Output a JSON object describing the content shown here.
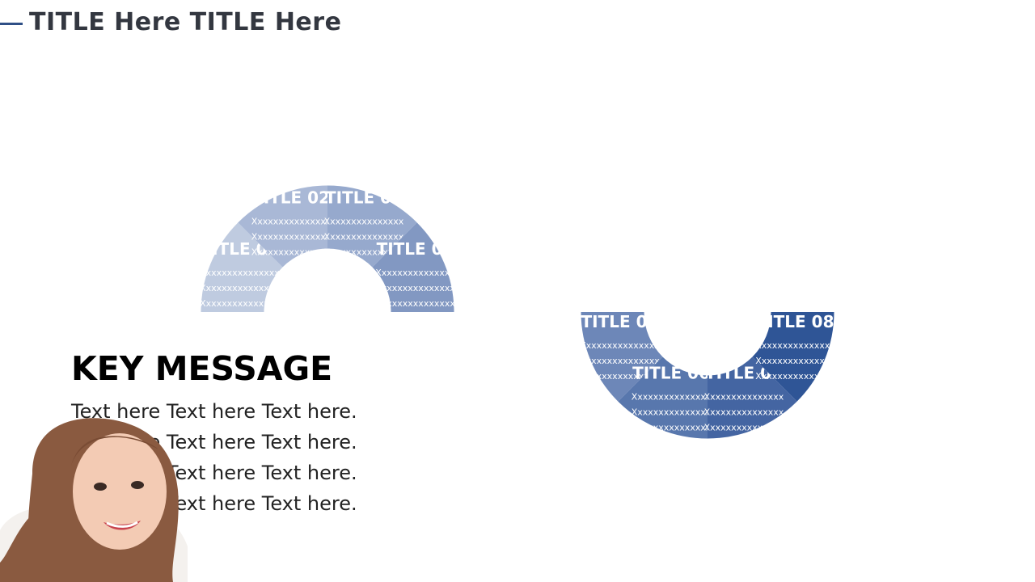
{
  "header": {
    "title": "TITLE Here TITLE Here"
  },
  "segments": [
    {
      "title": "TITLE 01",
      "lines": [
        "Xxxxxxxxxxxxxxx",
        "Xxxxxxxxxxxxxxx",
        "Xxxxxxxxxxxxxxx"
      ],
      "color": "#bfcbe0"
    },
    {
      "title": "TITLE 02",
      "lines": [
        "Xxxxxxxxxxxxxxx",
        "Xxxxxxxxxxxxxxx",
        "Xxxxxxxxxxxxxxx"
      ],
      "color": "#a9b8d6"
    },
    {
      "title": "TITLE 03",
      "lines": [
        "Xxxxxxxxxxxxxxx",
        "Xxxxxxxxxxxxxxx",
        "Xxxxxxxxxxxxxxx"
      ],
      "color": "#96a9cd"
    },
    {
      "title": "TITLE 04",
      "lines": [
        "Xxxxxxxxxxxxxxx",
        "Xxxxxxxxxxxxxxx",
        "Xxxxxxxxxxxxxxx"
      ],
      "color": "#8298c2"
    },
    {
      "title": "TITLE 05",
      "lines": [
        "Xxxxxxxxxxxxxxx",
        "Xxxxxxxxxxxxxxx",
        "Xxxxxxxxxxxxxxx"
      ],
      "color": "#6d87b8"
    },
    {
      "title": "TITLE 06",
      "lines": [
        "Xxxxxxxxxxxxxxx",
        "Xxxxxxxxxxxxxxx",
        "Xxxxxxxxxxxxxxx"
      ],
      "color": "#5877ad"
    },
    {
      "title": "TITLE 07",
      "lines": [
        "Xxxxxxxxxxxxxxx",
        "Xxxxxxxxxxxxxxx",
        "Xxxxxxxxxxxxxxx"
      ],
      "color": "#4465a2"
    },
    {
      "title": "TITLE 08",
      "lines": [
        "Xxxxxxxxxxxxxxx",
        "Xxxxxxxxxxxxxxx",
        "Xxxxxxxxxxxxxxx"
      ],
      "color": "#2f5596"
    }
  ],
  "key_message": {
    "heading": "KEY MESSAGE",
    "lines": [
      "Text here Text here Text here.",
      "Text here Text here Text here.",
      "Text here Text here Text here.",
      "Text here Text here Text here."
    ]
  },
  "photo": {
    "icon": "person-photo-icon"
  },
  "colors": {
    "accent": "#2f4f86",
    "title_text": "#333740"
  }
}
